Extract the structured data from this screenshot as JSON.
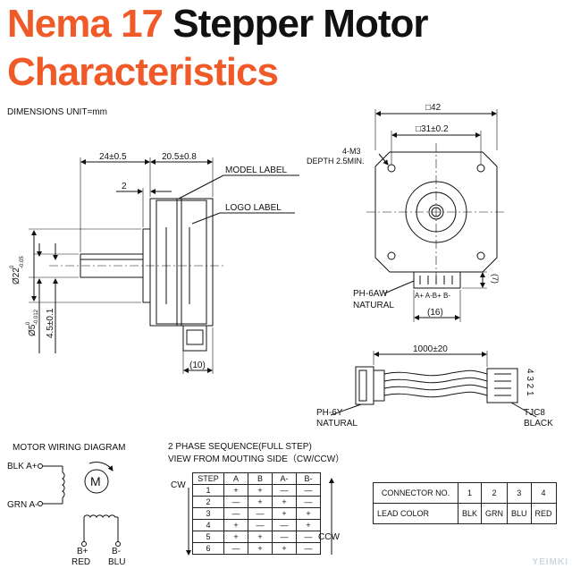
{
  "title": {
    "line1_part1": "Nema 17",
    "line1_part2": "Stepper Motor",
    "line2": "Characteristics",
    "accent_color": "#f05a28",
    "dark_color": "#111111"
  },
  "dimensions_unit": "DIMENSIONS UNIT=mm",
  "side_view": {
    "dim_body_front": "24±0.5",
    "dim_body_rear": "20.5±0.8",
    "dim_two": "2",
    "model_label": "MODEL LABEL",
    "logo_label": "LOGO LABEL",
    "dia_boss": "Ø22",
    "dia_boss_upper": "0",
    "dia_boss_lower": "-0.05",
    "dia_shaft": "Ø5",
    "dia_shaft_upper": "0",
    "dia_shaft_lower": "-0.012",
    "flat": "4.5±0.1",
    "dim_ten": "(10)"
  },
  "front_view": {
    "square_outer": "□42",
    "square_inner": "□31±0.2",
    "screw_label": "4-M3",
    "screw_depth": "DEPTH 2.5MIN.",
    "connector_pins": "A+  A-B+  B-",
    "connector_name": "PH-6AW",
    "connector_material": "NATURAL",
    "dim_sixteen": "(16)",
    "dim_seven": "(7)"
  },
  "cable": {
    "length": "1000±20",
    "left_name": "PH-6Y",
    "left_material": "NATURAL",
    "right_name": "TJC8",
    "right_color": "BLACK",
    "pin_numbers": "4 3 2 1"
  },
  "wiring": {
    "heading": "MOTOR WIRING  DIAGRAM",
    "blk": "BLK  A+",
    "grn": "GRN  A-",
    "b_plus": "B+",
    "b_plus_color": "RED",
    "b_minus": "B-",
    "b_minus_color": "BLU",
    "motor_symbol": "M"
  },
  "sequence": {
    "heading1": "2 PHASE SEQUENCE(FULL STEP)",
    "heading2": "VIEW FROM MOUTING SIDE（CW/CCW）",
    "cw": "CW",
    "ccw": "CCW",
    "headers": [
      "STEP",
      "A",
      "B",
      "A-",
      "B-"
    ],
    "rows": [
      [
        "1",
        "+",
        "+",
        "—",
        "—"
      ],
      [
        "2",
        "—",
        "+",
        "+",
        "—"
      ],
      [
        "3",
        "—",
        "—",
        "+",
        "+"
      ],
      [
        "4",
        "+",
        "—",
        "—",
        "+"
      ],
      [
        "5",
        "+",
        "+",
        "—",
        "—"
      ],
      [
        "6",
        "—",
        "+",
        "+",
        "—"
      ]
    ]
  },
  "connector_table": {
    "row1_label": "CONNECTOR NO.",
    "row1": [
      "1",
      "2",
      "3",
      "4"
    ],
    "row2_label": "LEAD COLOR",
    "row2": [
      "BLK",
      "GRN",
      "BLU",
      "RED"
    ]
  },
  "watermark": "YEIMKI"
}
